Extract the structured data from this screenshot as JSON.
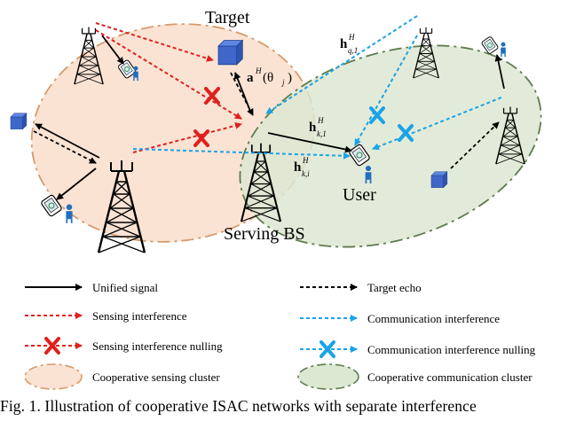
{
  "labels": {
    "target": "Target",
    "user": "User",
    "serving_bs": "Serving BS",
    "a_vector": "a",
    "a_sup": "H",
    "a_arg": "(θ",
    "a_arg_sub": "j",
    "a_close": ")",
    "h_q": "h",
    "h_q_sup": "H",
    "h_q_sub": "q,1",
    "h_k1": "h",
    "h_k1_sup": "H",
    "h_k1_sub": "k,1",
    "h_ki": "h",
    "h_ki_sup": "H",
    "h_ki_sub": "k,i"
  },
  "legend": {
    "unified_signal": "Unified signal",
    "target_echo": "Target echo",
    "sensing_interference": "Sensing interference",
    "communication_interference": "Communication interference",
    "sensing_interference_nulling": "Sensing interference nulling",
    "communication_interference_nulling": "Communication interference nulling",
    "cooperative_sensing_cluster": "Cooperative sensing cluster",
    "cooperative_communication_cluster": "Cooperative communication cluster"
  },
  "caption": {
    "prefix": "Fig. 1.",
    "text": "Illustration of cooperative ISAC networks with separate interference"
  },
  "colors": {
    "sensing_fill": "#fbe3d4",
    "sensing_border": "#d79a6a",
    "comm_fill": "#dde8d2",
    "comm_border": "#5e7c4d",
    "sensing_red": "#e0201e",
    "comm_blue": "#1aa3e8",
    "target_blue": "#3f67c9",
    "black": "#000000"
  }
}
